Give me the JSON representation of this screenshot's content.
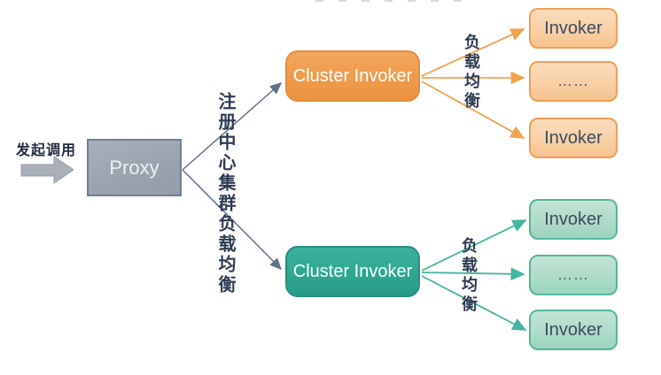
{
  "diagram": {
    "caller_label": "发起调用",
    "proxy_label": "Proxy",
    "registry_label": "注册中心集群负载均衡",
    "cluster_top": {
      "label": "Cluster Invoker",
      "load_balance_label": "负载均衡",
      "invokers": [
        "Invoker",
        "……",
        "Invoker"
      ]
    },
    "cluster_bottom": {
      "label": "Cluster Invoker",
      "load_balance_label": "负载均衡",
      "invokers": [
        "Invoker",
        "……",
        "Invoker"
      ]
    },
    "colors": {
      "orange_fill": "#EF9D4F",
      "orange_border": "#E08E3C",
      "orange_light_fill": "#F9D0A6",
      "orange_light_border": "#EE9E55",
      "teal_fill": "#2EA893",
      "teal_border": "#27907E",
      "teal_light_fill": "#AEDCC9",
      "teal_light_border": "#53B79E",
      "proxy_fill": "#9AA4B0",
      "proxy_border": "#6F7E93",
      "connector_slate": "#5F7089",
      "arrow_orange": "#F0A350",
      "arrow_teal": "#45B5A1",
      "text_dark": "#2E3C52"
    }
  }
}
